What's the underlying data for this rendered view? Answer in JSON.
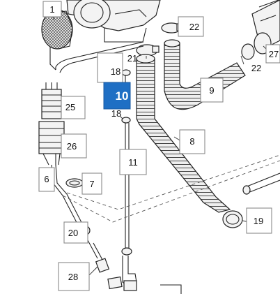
{
  "diagram": {
    "highlight_color": "#1f6fc4",
    "callouts": {
      "c1": "1",
      "c22a": "22",
      "c22b": "22",
      "c27": "27",
      "c21": "21",
      "c18a": "18",
      "c18b": "18",
      "c10": "10",
      "c9": "9",
      "c25": "25",
      "c26": "26",
      "c8": "8",
      "c6": "6",
      "c7": "7",
      "c11": "11",
      "c19": "19",
      "c20": "20",
      "c28": "28"
    }
  }
}
